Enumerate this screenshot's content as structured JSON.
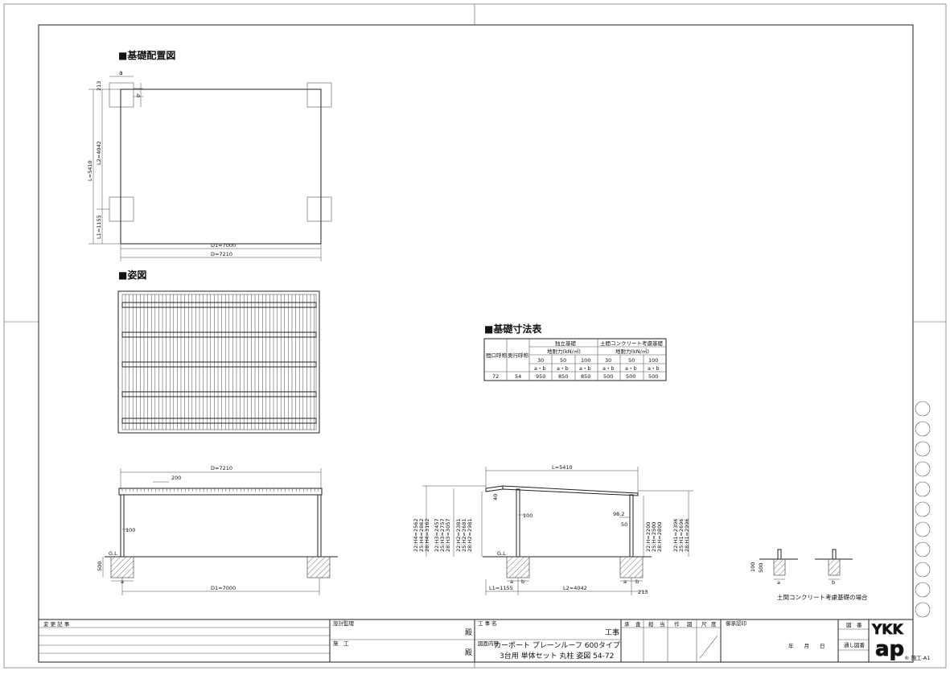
{
  "sections": {
    "foundation_layout": "■基礎配置図",
    "elevation": "■姿図",
    "foundation_table": "■基礎寸法表"
  },
  "plan": {
    "a": "a",
    "b": "b",
    "dim_213": "213",
    "dim_L": "L=5410",
    "dim_L2": "L2=4042",
    "dim_L1": "L1=1155",
    "dim_D1": "D1=7000",
    "dim_D": "D=7210"
  },
  "table": {
    "col_opening": "間口呼称",
    "col_depth": "奥行呼称",
    "group1": "独立基礎",
    "group2": "土間コンクリート考慮基礎",
    "soil1": "地耐力(kN/㎡)",
    "soil2": "地耐力(kN/㎡)",
    "soil_values": [
      "30",
      "50",
      "100",
      "30",
      "50",
      "100"
    ],
    "ab_labels": [
      "a・b",
      "a・b",
      "a・b",
      "a・b",
      "a・b",
      "a・b"
    ],
    "row": {
      "opening": "72",
      "depth": "54",
      "values": [
        "950",
        "850",
        "850",
        "500",
        "500",
        "500"
      ]
    }
  },
  "front_elev": {
    "dim_D": "D=7210",
    "dim_200": "200",
    "dim_100": "100",
    "gl": "G.L",
    "dim_500": "500",
    "a": "a",
    "dim_D1": "D1=7000"
  },
  "side_elev": {
    "dim_L": "L=5410",
    "dim_40": "40",
    "dim_100": "100",
    "dim_98": "98.2",
    "dim_50": "50",
    "gl": "G.L",
    "a": "a",
    "b": "b",
    "dim_L1": "L1=1155",
    "dim_L2": "L2=4042",
    "dim_213": "213",
    "h4_labels": [
      "22:H4=2562",
      "25:H4=2862",
      "28:H4=3162"
    ],
    "h3_labels": [
      "22:H3=2457",
      "25:H3=2757",
      "28:H3=3057"
    ],
    "h2_labels": [
      "22:H2=2381",
      "25:H2=2681",
      "28:H2=2981"
    ],
    "h_labels": [
      "22:H=2200",
      "25:H=2500",
      "28:H=2800"
    ],
    "h1_labels": [
      "22:H1=2396",
      "25:H1=2696",
      "28:H1=2996"
    ]
  },
  "detail": {
    "dim_100": "100",
    "dim_500": "500",
    "a": "a",
    "b": "b",
    "caption": "土間コンクリート考慮基礎の場合"
  },
  "title_block": {
    "revision": "変 更 記 事",
    "design_supervision": "設計監理",
    "construction": "施　工",
    "honorific1": "殿",
    "honorific2": "殿",
    "project_label": "工 事 名",
    "project_suffix": "工事",
    "drawing_content_label": "図面内容",
    "drawing_title_line1": "カーポート プレーンルーフ 600タイプ",
    "drawing_title_line2": "3台用 単体セット 丸柱 姿図 54-72",
    "stamp_cols": [
      "承",
      "査",
      "担",
      "当",
      "作",
      "図",
      "尺",
      "度"
    ],
    "approval_label": "御承認印",
    "date_label": "年　　月　　日",
    "drawing_no_label": "図　番",
    "sequence_label": "通し図番",
    "logo_top": "YKK",
    "logo_bottom": "ap",
    "sheet_code": "®  施工-A1"
  }
}
